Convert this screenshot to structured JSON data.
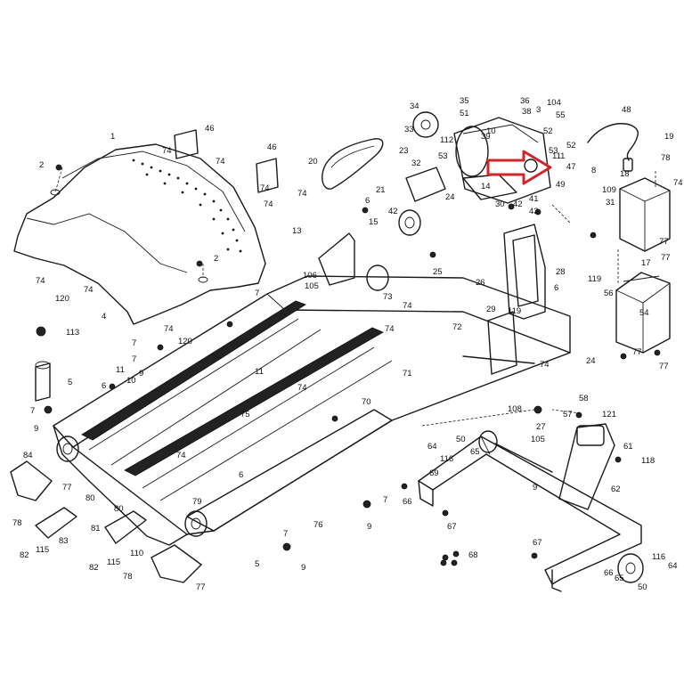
{
  "callouts": [
    {
      "label": "1"
    },
    {
      "label": "2"
    },
    {
      "label": "2"
    },
    {
      "label": "46"
    },
    {
      "label": "74"
    },
    {
      "label": "74"
    },
    {
      "label": "46"
    },
    {
      "label": "74"
    },
    {
      "label": "74"
    },
    {
      "label": "20"
    },
    {
      "label": "74"
    },
    {
      "label": "13"
    },
    {
      "label": "6"
    },
    {
      "label": "74"
    },
    {
      "label": "120"
    },
    {
      "label": "74"
    },
    {
      "label": "7"
    },
    {
      "label": "106"
    },
    {
      "label": "105"
    },
    {
      "label": "4"
    },
    {
      "label": "113"
    },
    {
      "label": "7"
    },
    {
      "label": "120"
    },
    {
      "label": "74"
    },
    {
      "label": "7"
    },
    {
      "label": "9"
    },
    {
      "label": "5"
    },
    {
      "label": "11"
    },
    {
      "label": "6"
    },
    {
      "label": "10"
    },
    {
      "label": "11"
    },
    {
      "label": "74"
    },
    {
      "label": "7"
    },
    {
      "label": "9"
    },
    {
      "label": "84"
    },
    {
      "label": "77"
    },
    {
      "label": "80"
    },
    {
      "label": "78"
    },
    {
      "label": "83"
    },
    {
      "label": "82"
    },
    {
      "label": "115"
    },
    {
      "label": "75"
    },
    {
      "label": "74"
    },
    {
      "label": "70"
    },
    {
      "label": "71"
    },
    {
      "label": "6"
    },
    {
      "label": "79"
    },
    {
      "label": "80"
    },
    {
      "label": "81"
    },
    {
      "label": "82"
    },
    {
      "label": "115"
    },
    {
      "label": "110"
    },
    {
      "label": "78"
    },
    {
      "label": "77"
    },
    {
      "label": "5"
    },
    {
      "label": "7"
    },
    {
      "label": "9"
    },
    {
      "label": "76"
    },
    {
      "label": "7"
    },
    {
      "label": "9"
    },
    {
      "label": "66"
    },
    {
      "label": "67"
    },
    {
      "label": "69"
    },
    {
      "label": "68"
    },
    {
      "label": "73"
    },
    {
      "label": "25"
    },
    {
      "label": "74"
    },
    {
      "label": "26"
    },
    {
      "label": "119"
    },
    {
      "label": "72"
    },
    {
      "label": "74"
    },
    {
      "label": "24"
    },
    {
      "label": "74"
    },
    {
      "label": "58"
    },
    {
      "label": "57"
    },
    {
      "label": "108"
    },
    {
      "label": "27"
    },
    {
      "label": "105"
    },
    {
      "label": "64"
    },
    {
      "label": "50"
    },
    {
      "label": "116"
    },
    {
      "label": "65"
    },
    {
      "label": "121"
    },
    {
      "label": "61"
    },
    {
      "label": "118"
    },
    {
      "label": "9"
    },
    {
      "label": "62"
    },
    {
      "label": "67"
    },
    {
      "label": "66"
    },
    {
      "label": "65"
    },
    {
      "label": "50"
    },
    {
      "label": "116"
    },
    {
      "label": "64"
    },
    {
      "label": "34"
    },
    {
      "label": "33"
    },
    {
      "label": "35"
    },
    {
      "label": "36"
    },
    {
      "label": "104"
    },
    {
      "label": "51"
    },
    {
      "label": "38"
    },
    {
      "label": "3"
    },
    {
      "label": "55"
    },
    {
      "label": "39"
    },
    {
      "label": "52"
    },
    {
      "label": "53"
    },
    {
      "label": "112"
    },
    {
      "label": "10"
    },
    {
      "label": "52"
    },
    {
      "label": "23"
    },
    {
      "label": "32"
    },
    {
      "label": "53"
    },
    {
      "label": "21"
    },
    {
      "label": "42"
    },
    {
      "label": "15"
    },
    {
      "label": "14"
    },
    {
      "label": "30"
    },
    {
      "label": "24"
    },
    {
      "label": "111"
    },
    {
      "label": "47"
    },
    {
      "label": "8"
    },
    {
      "label": "41"
    },
    {
      "label": "49"
    },
    {
      "label": "42"
    },
    {
      "label": "43"
    },
    {
      "label": "109"
    },
    {
      "label": "31"
    },
    {
      "label": "48"
    },
    {
      "label": "19"
    },
    {
      "label": "18"
    },
    {
      "label": "78"
    },
    {
      "label": "74"
    },
    {
      "label": "77"
    },
    {
      "label": "17"
    },
    {
      "label": "77"
    },
    {
      "label": "54"
    },
    {
      "label": "56"
    },
    {
      "label": "77"
    },
    {
      "label": "77"
    },
    {
      "label": "28"
    },
    {
      "label": "119"
    },
    {
      "label": "29"
    },
    {
      "label": "6"
    }
  ]
}
